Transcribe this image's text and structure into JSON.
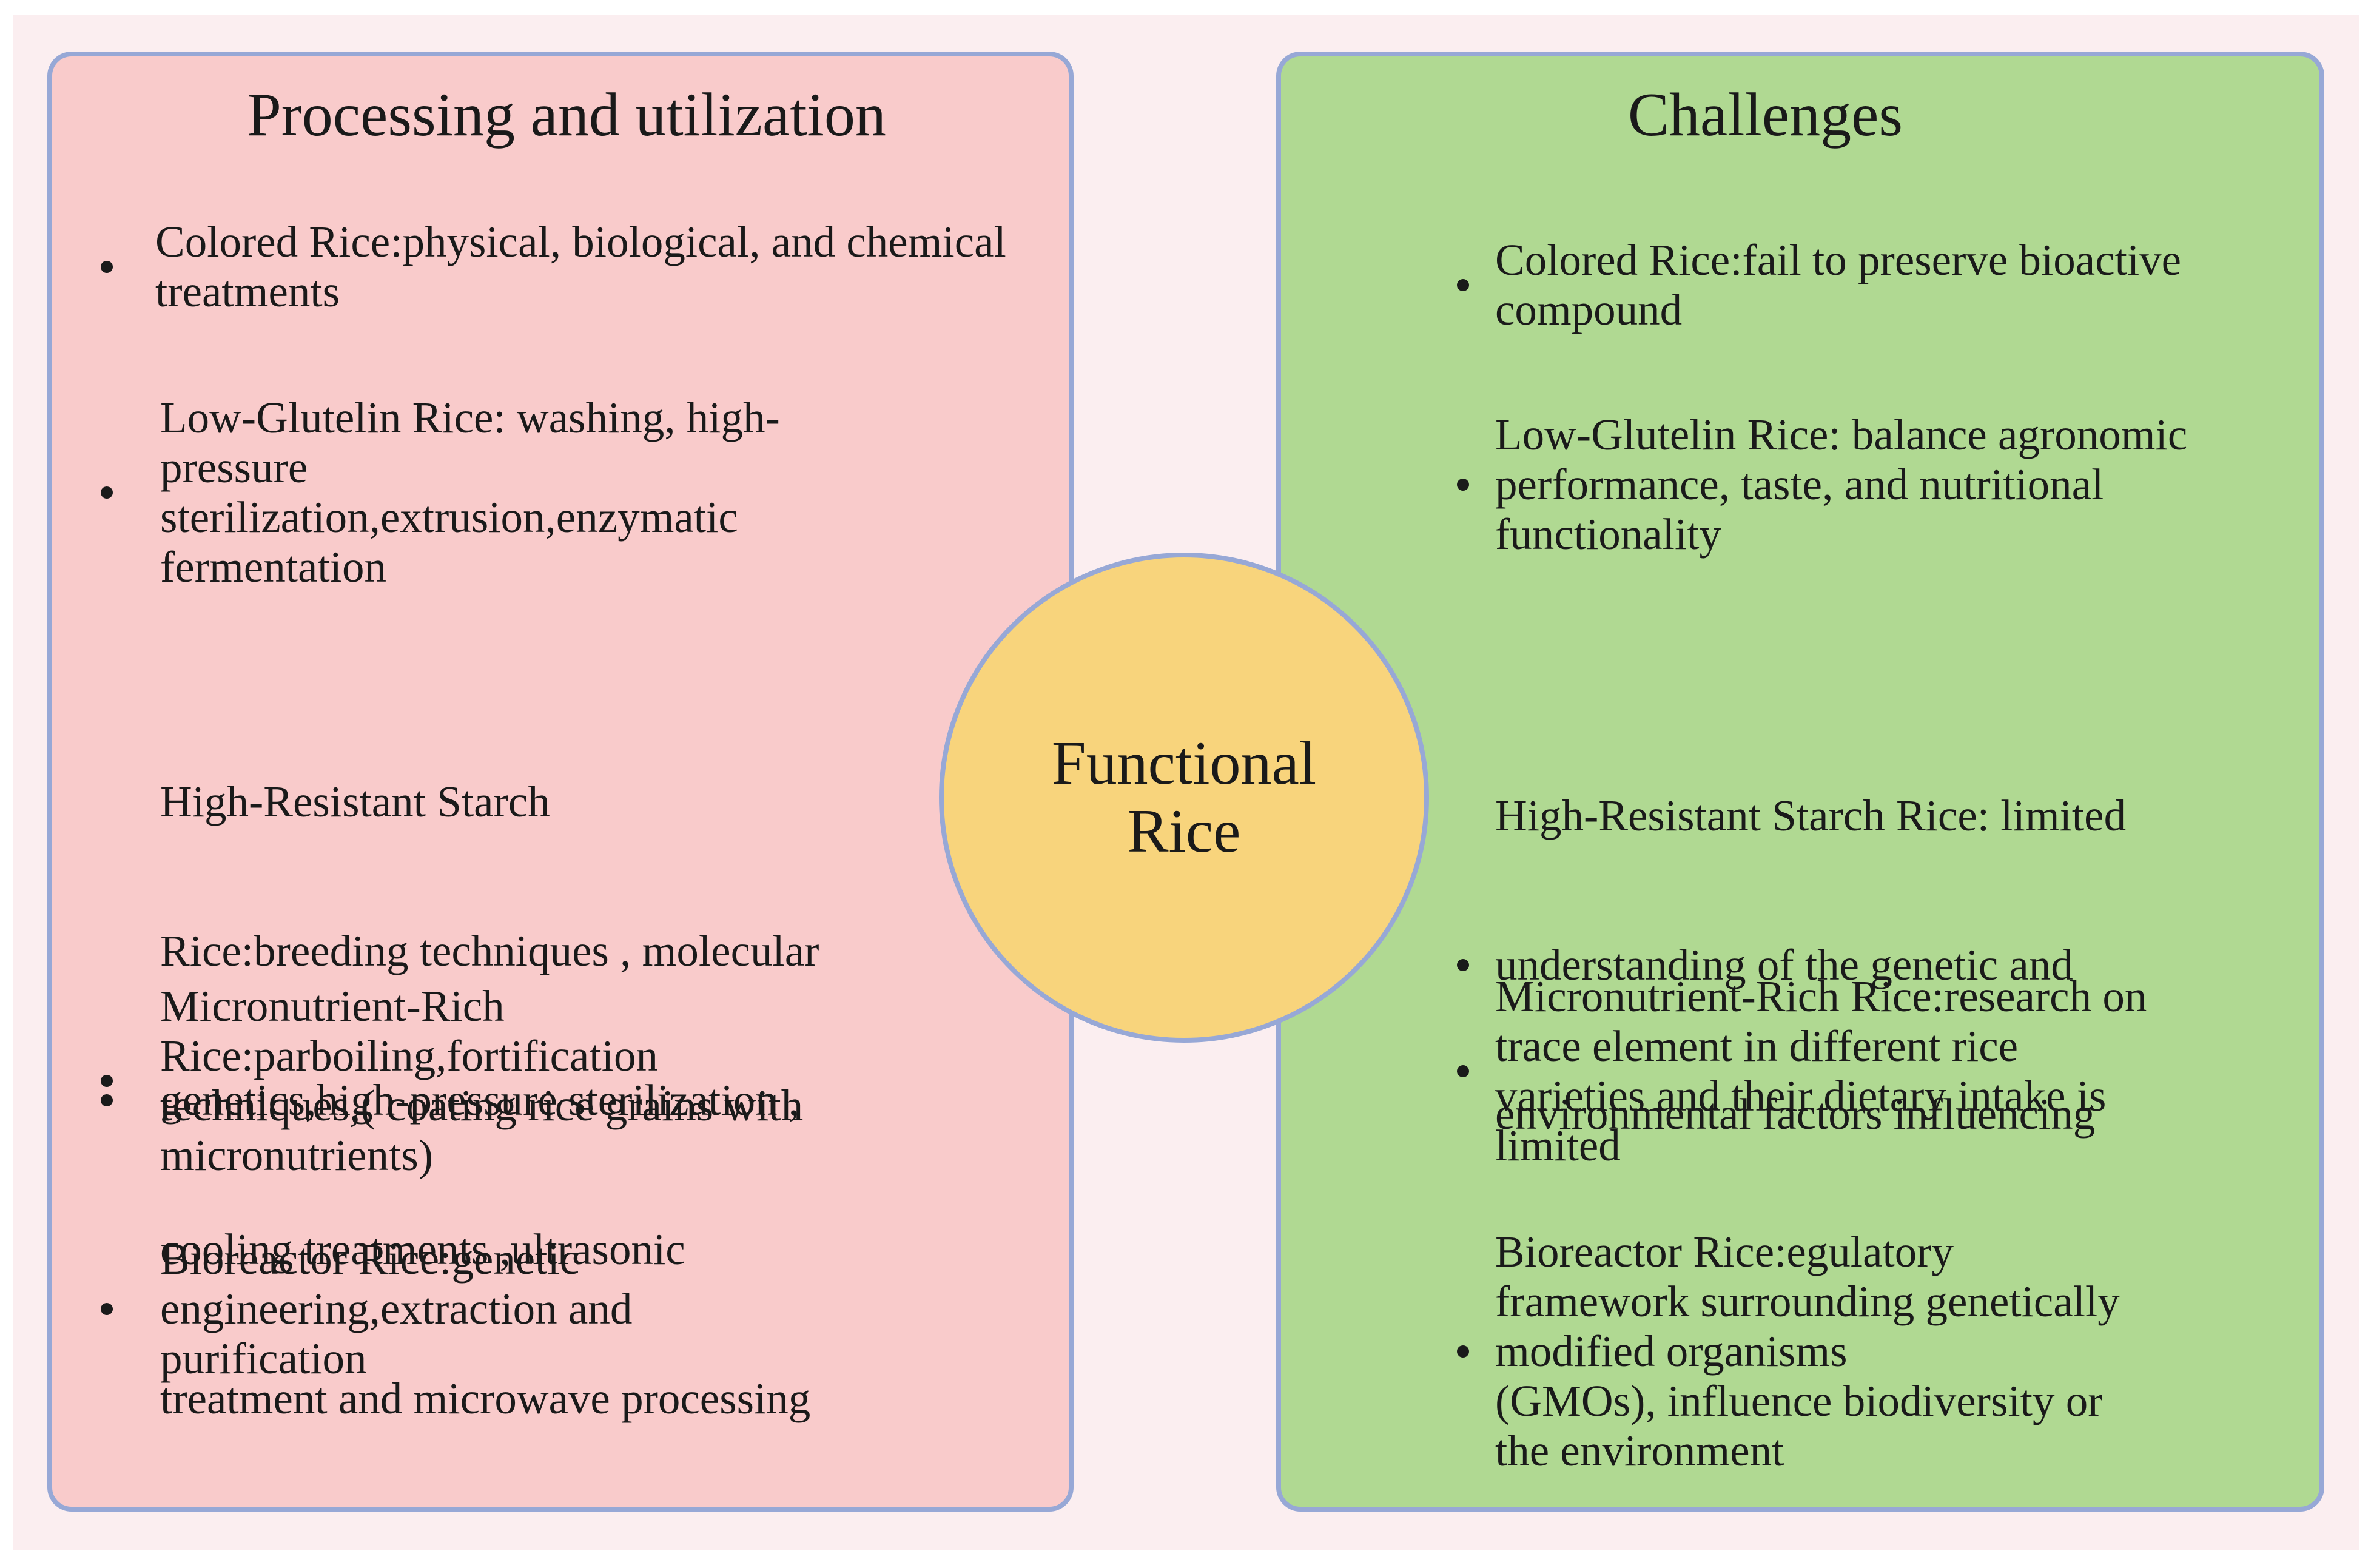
{
  "center": {
    "line1": "Functional",
    "line2": "Rice"
  },
  "left_panel": {
    "title": "Processing and utilization",
    "items": [
      {
        "lines": [
          "Colored Rice:physical, biological, and chemical",
          "treatments"
        ]
      },
      {
        "lines": [
          "Low-Glutelin Rice: washing, high-",
          "pressure",
          "sterilization,extrusion,enzymatic",
          "fermentation"
        ]
      },
      {
        "lines": [
          " High-Resistant Starch",
          "Rice:breeding techniques , molecular",
          "genetics,high-pressure sterilization ,",
          " cooling treatments ,ultrasonic",
          "treatment and microwave processing"
        ]
      },
      {
        "lines": [
          "Micronutrient-Rich",
          "Rice:parboiling,fortification",
          "techniques,( coating rice grains with",
          "micronutrients)"
        ]
      },
      {
        "lines": [
          "Bioreactor Rice:genetic",
          "engineering,extraction and",
          "purification"
        ]
      }
    ]
  },
  "right_panel": {
    "title": "Challenges",
    "items": [
      {
        "lines": [
          "Colored Rice:fail to preserve bioactive",
          "compound"
        ]
      },
      {
        "lines": [
          "Low-Glutelin Rice: balance agronomic",
          "performance, taste, and nutritional",
          "functionality"
        ]
      },
      {
        "lines": [
          " High-Resistant Starch Rice: limited",
          "understanding of the genetic and",
          "environmental factors influencing"
        ]
      },
      {
        "lines": [
          "Micronutrient-Rich Rice:research on",
          "trace element in different rice",
          "varieties and their dietary intake is",
          "limited"
        ]
      },
      {
        "lines": [
          "Bioreactor Rice:egulatory",
          "framework surrounding genetically",
          "modified organisms",
          "(GMOs), influence biodiversity or",
          "the environment"
        ]
      }
    ]
  },
  "colors": {
    "left_panel_fill": "#f9cbcb",
    "right_panel_fill": "#b0d992",
    "circle_fill": "#f8d47c",
    "border": "#97a8d6",
    "background": "#fbeef0"
  }
}
